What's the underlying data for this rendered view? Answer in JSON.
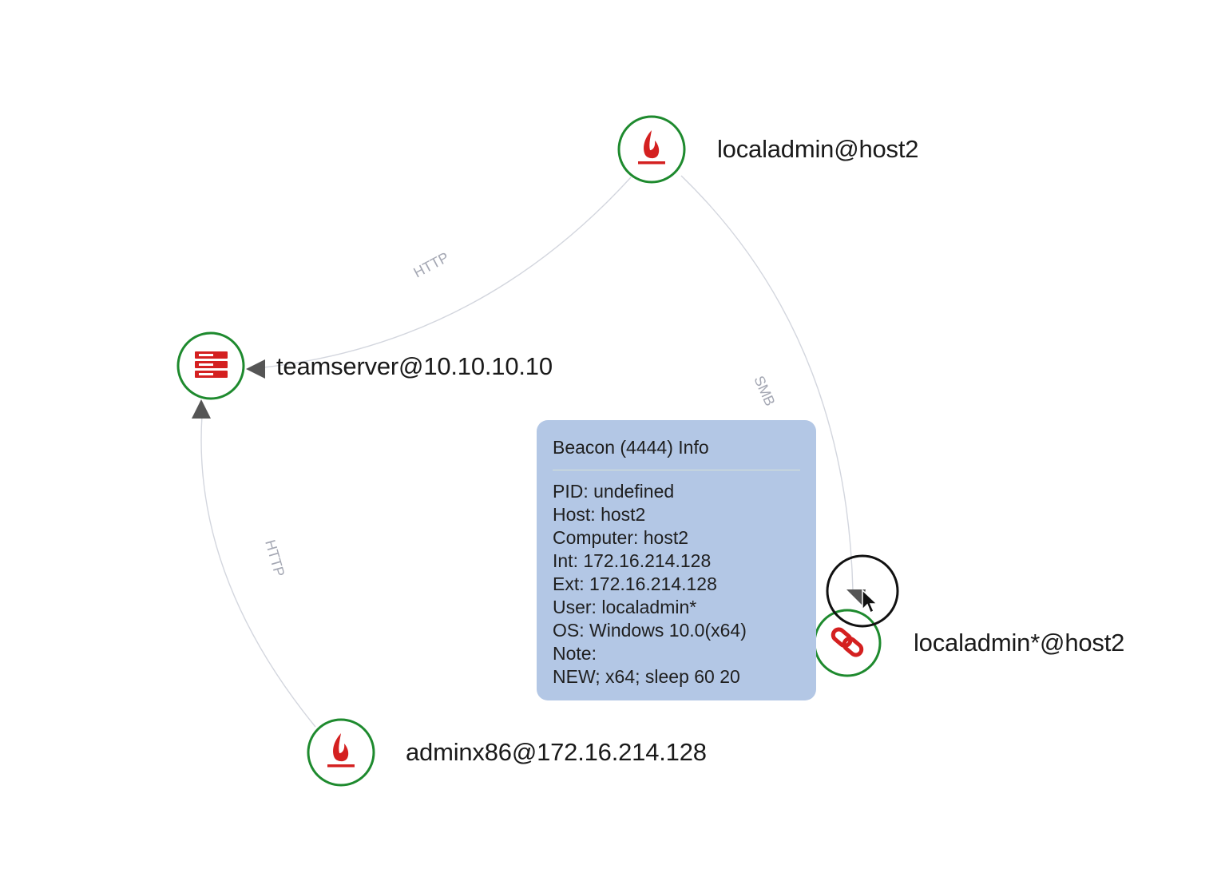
{
  "nodes": [
    {
      "id": "localadmin-host2",
      "label": "localadmin@host2",
      "icon": "beacon-icon"
    },
    {
      "id": "teamserver",
      "label": "teamserver@10.10.10.10",
      "icon": "server-icon"
    },
    {
      "id": "localadmin-star-host2",
      "label": "localadmin*@host2",
      "icon": "link-icon"
    },
    {
      "id": "adminx86",
      "label": "adminx86@172.16.214.128",
      "icon": "beacon-icon"
    }
  ],
  "edges": [
    {
      "from": "localadmin-host2",
      "to": "teamserver",
      "label": "HTTP"
    },
    {
      "from": "localadmin-host2",
      "to": "localadmin-star-host2",
      "label": "SMB"
    },
    {
      "from": "adminx86",
      "to": "teamserver",
      "label": "HTTP"
    }
  ],
  "tooltip": {
    "title": "Beacon (4444) Info",
    "lines": [
      "PID: undefined",
      "Host: host2",
      "Computer: host2",
      "Int: 172.16.214.128",
      "Ext: 172.16.214.128",
      "User: localadmin*",
      "OS: Windows 10.0(x64)",
      "Note:",
      "NEW; x64; sleep 60 20"
    ]
  },
  "colors": {
    "node_ring": "#1e8a2e",
    "icon_red": "#d42020",
    "tooltip_bg": "#b3c7e5",
    "edge": "#d3d6de",
    "edge_label": "#a4a7b3"
  }
}
